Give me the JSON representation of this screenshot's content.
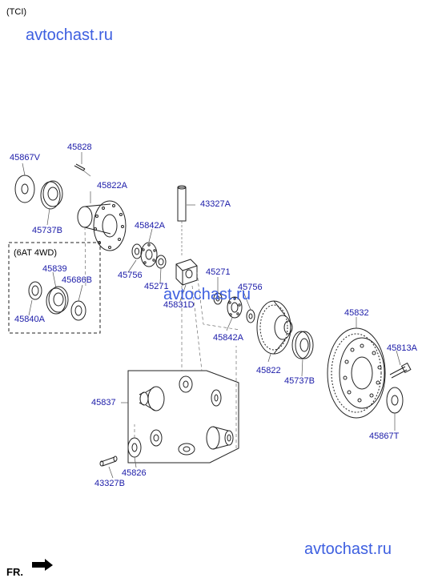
{
  "header": {
    "variant": "(TCI)",
    "box_title": "(6AT 4WD)",
    "direction": "FR."
  },
  "watermark": {
    "top": "avtochast.ru",
    "middle": "avtochast.ru",
    "bottom": "avtochast.ru"
  },
  "colors": {
    "label": "#1a1aa8",
    "watermark": "#3d5fe0",
    "line": "#222222",
    "leader": "#555555"
  },
  "parts": [
    {
      "id": "45867v",
      "label": "45867V"
    },
    {
      "id": "45828",
      "label": "45828"
    },
    {
      "id": "45822a",
      "label": "45822A"
    },
    {
      "id": "43327a",
      "label": "43327A"
    },
    {
      "id": "45737b-left",
      "label": "45737B"
    },
    {
      "id": "45842a-upper",
      "label": "45842A"
    },
    {
      "id": "45839",
      "label": "45839"
    },
    {
      "id": "45686b",
      "label": "45686B"
    },
    {
      "id": "45756-left",
      "label": "45756"
    },
    {
      "id": "45271-upper",
      "label": "45271"
    },
    {
      "id": "45271-lower",
      "label": "45271"
    },
    {
      "id": "45756-right",
      "label": "45756"
    },
    {
      "id": "45840a",
      "label": "45840A"
    },
    {
      "id": "45831d",
      "label": "45831D"
    },
    {
      "id": "45832",
      "label": "45832"
    },
    {
      "id": "45842a-lower",
      "label": "45842A"
    },
    {
      "id": "45813a",
      "label": "45813A"
    },
    {
      "id": "45822",
      "label": "45822"
    },
    {
      "id": "45737b-right",
      "label": "45737B"
    },
    {
      "id": "45837",
      "label": "45837"
    },
    {
      "id": "45867t",
      "label": "45867T"
    },
    {
      "id": "45826",
      "label": "45826"
    },
    {
      "id": "43327b",
      "label": "43327B"
    }
  ]
}
